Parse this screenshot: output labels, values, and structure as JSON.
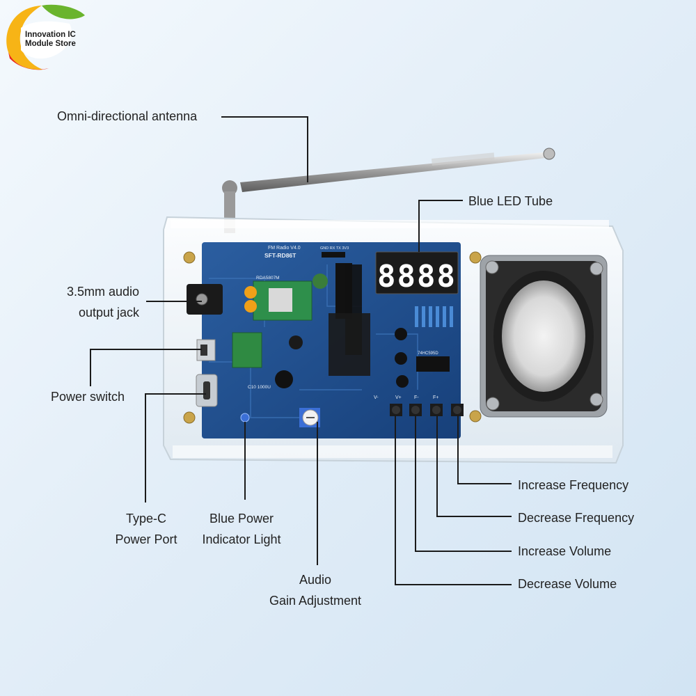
{
  "logo": {
    "line1": "Innovation IC",
    "line2": "Module Store",
    "colors": [
      "#e8241c",
      "#f7b416",
      "#6ab42d",
      "#2a8a3a"
    ]
  },
  "board": {
    "title": "FM Radio V4.0",
    "model": "SFT-RD86T",
    "display_digits": "8888",
    "chip": "RDA5807M",
    "pin_header": "GND RX TX 3V3",
    "ic_label": "74HC595D",
    "capacitor": "C10 1000U",
    "button_labels": [
      "V-",
      "V+",
      "F-",
      "F+"
    ]
  },
  "callouts": {
    "antenna": "Omni-directional antenna",
    "led_tube": "Blue LED Tube",
    "audio_jack": [
      "3.5mm audio",
      "output jack"
    ],
    "power_switch": "Power switch",
    "type_c": [
      "Type-C",
      "Power Port"
    ],
    "blue_power": [
      "Blue Power",
      "Indicator Light"
    ],
    "audio_gain": [
      "Audio",
      "Gain Adjustment"
    ],
    "increase_frequency": "Increase Frequency",
    "decrease_frequency": "Decrease Frequency",
    "increase_volume": "Increase Volume",
    "decrease_volume": "Decrease Volume"
  },
  "colors": {
    "pcb": "#1f4f8f",
    "lcd_segment": "#ffffff",
    "line": "#1a1a1a",
    "text": "#222222"
  }
}
